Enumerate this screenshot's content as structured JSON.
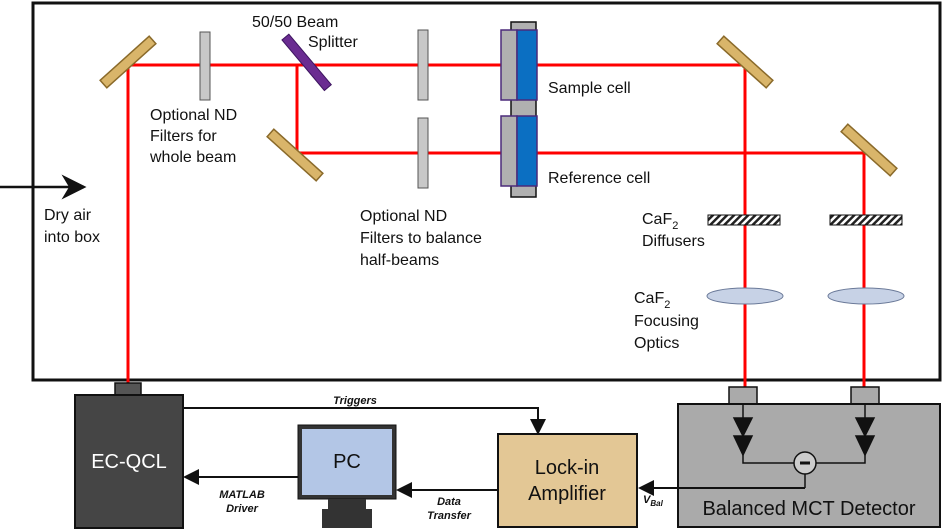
{
  "labels": {
    "splitter": [
      "50/50 Beam",
      "Splitter"
    ],
    "nd_whole": [
      "Optional ND",
      "Filters for",
      "whole beam"
    ],
    "nd_half": [
      "Optional ND",
      "Filters to balance",
      "half-beams"
    ],
    "sample_cell": "Sample cell",
    "reference_cell": "Reference cell",
    "dry_air": [
      "Dry air",
      "into box"
    ],
    "diffusers": [
      "CaF",
      "2",
      "Diffusers"
    ],
    "focusing": [
      "CaF",
      "2",
      "Focusing",
      "Optics"
    ]
  },
  "devices": {
    "laser": "EC-QCL",
    "pc": "PC",
    "lockin": [
      "Lock-in",
      "Amplifier"
    ],
    "detector": "Balanced MCT Detector"
  },
  "signals": {
    "triggers": "Triggers",
    "matlab": [
      "MATLAB",
      "Driver"
    ],
    "data": [
      "Data",
      "Transfer"
    ],
    "vbal": "V",
    "vbal_sub": "Bal"
  },
  "colors": {
    "beam": "#ff0000",
    "mirror": "#d9b56a",
    "splitter": "#6a2c91",
    "cell_window": "#0b6fc2",
    "laser": "#454545",
    "pc_screen": "#b3c6e6",
    "lockin": "#e3c795",
    "detector": "#aaaaaa"
  }
}
